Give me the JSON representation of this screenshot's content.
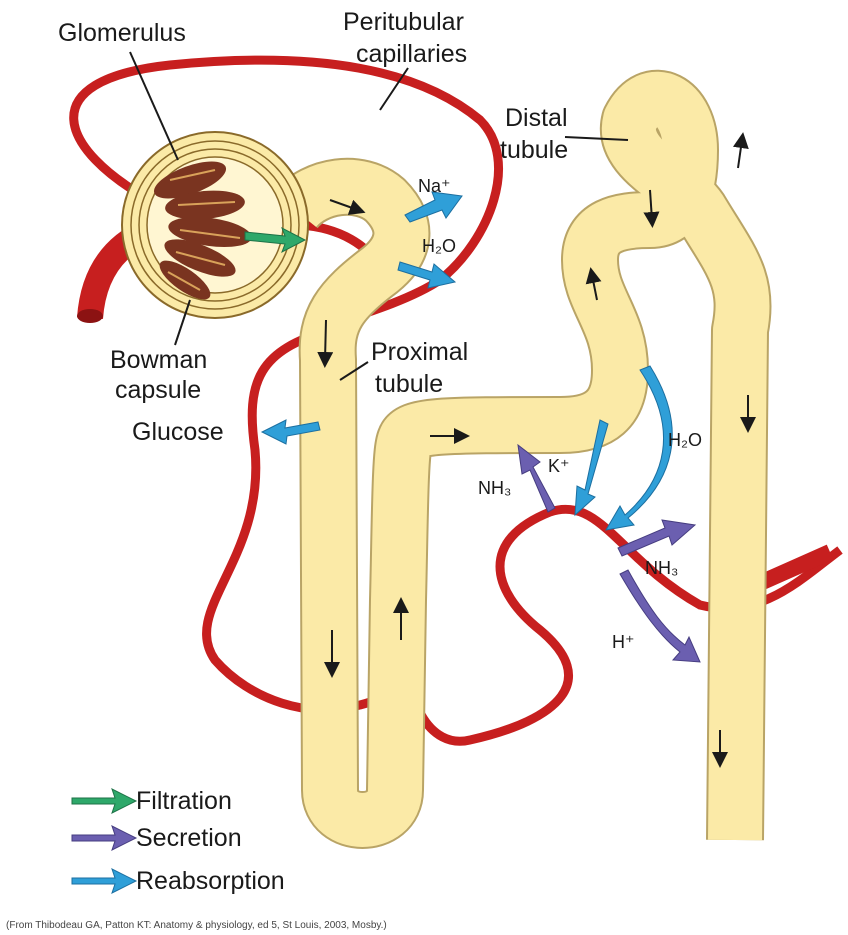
{
  "labels": {
    "glomerulus": "Glomerulus",
    "peritubular_1": "Peritubular",
    "peritubular_2": "capillaries",
    "distal_1": "Distal",
    "distal_2": "tubule",
    "bowman_1": "Bowman",
    "bowman_2": "capsule",
    "proximal_1": "Proximal",
    "proximal_2": "tubule",
    "glucose": "Glucose",
    "na": "Na⁺",
    "h2o_top": "H₂O",
    "h2o_right": "H₂O",
    "nh3_left": "NH₃",
    "k": "K⁺",
    "nh3_right": "NH₃",
    "h": "H⁺"
  },
  "legend": {
    "filtration": "Filtration",
    "secretion": "Secretion",
    "reabsorption": "Reabsorption"
  },
  "colors": {
    "tubule": "#fbeaa7",
    "tubule_outline": "#b9a466",
    "vessel": "#c71f1f",
    "filtration": "#2ea86a",
    "secretion": "#6b5fb0",
    "reabsorption": "#2f9fd8"
  },
  "citation": "(From Thibodeau GA, Patton KT: Anatomy & physiology, ed 5, St Louis, 2003, Mosby.)"
}
